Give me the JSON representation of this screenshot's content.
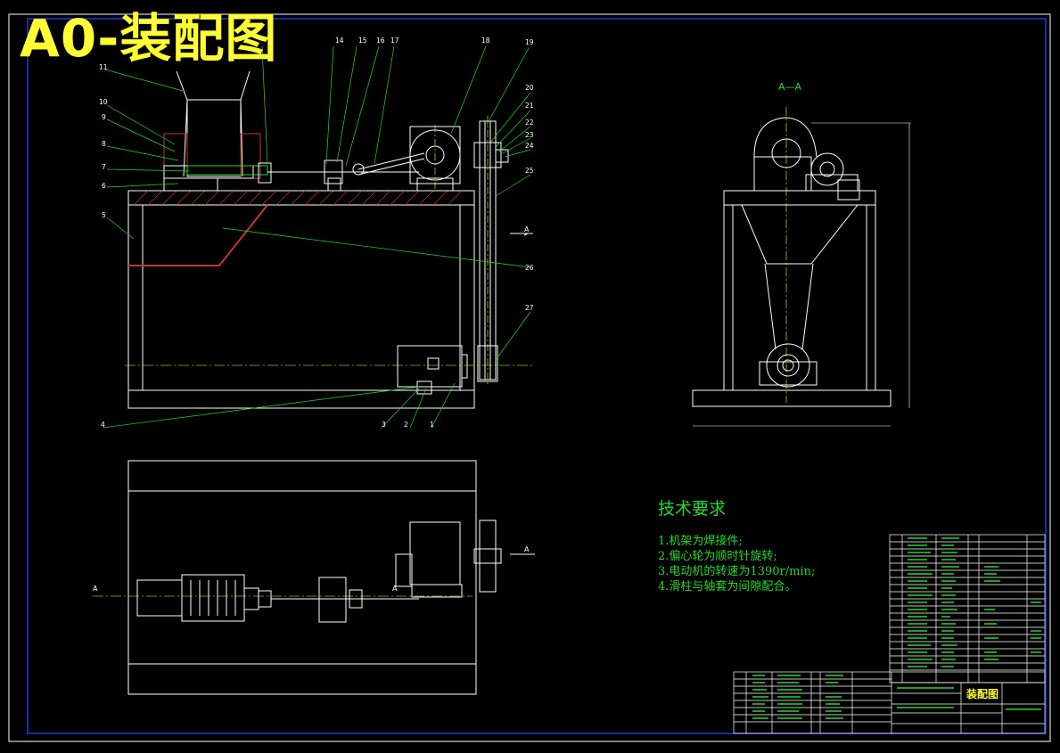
{
  "title": "A0-装配图",
  "section_label": "A—A",
  "section_marks": [
    "A",
    "A",
    "A",
    "A"
  ],
  "part_numbers": [
    "1",
    "2",
    "3",
    "4",
    "5",
    "6",
    "7",
    "8",
    "9",
    "10",
    "11",
    "14",
    "15",
    "16",
    "17",
    "18",
    "19",
    "20",
    "21",
    "22",
    "23",
    "24",
    "25",
    "26",
    "27"
  ],
  "tech_requirements": {
    "heading": "技术要求",
    "items": [
      "1.机架为焊接件;",
      "2.偏心轮为顺时针旋转;",
      "3.电动机的转速为1390r/min;",
      "4.滑柱与轴套为间隙配合。"
    ]
  },
  "title_block": {
    "drawing_name": "装配图"
  },
  "colors": {
    "background": "#000000",
    "lines": "#ffffff",
    "title": "#ffff33",
    "leaders": "#2bd62b",
    "hatch": "#c0392b",
    "border": "#1f3bd6"
  }
}
